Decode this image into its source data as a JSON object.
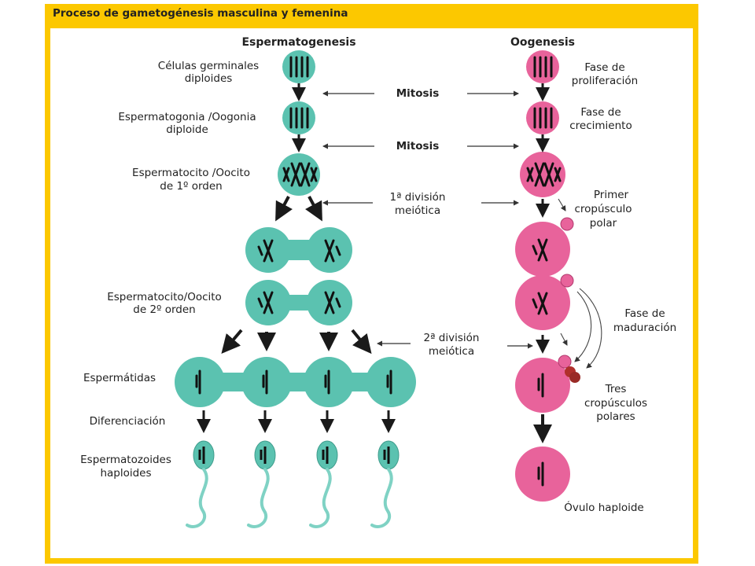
{
  "title": "Proceso de gametogénesis masculina y femenina",
  "spermatogenesis": {
    "header": "Espermatogenesis",
    "labels": {
      "germinal": [
        "Células germinales",
        "diploides"
      ],
      "spermatogonia": [
        "Espermatogonia /Oogonia",
        "diploide"
      ],
      "primary": [
        "Espermatocito /Oocito",
        "de 1º orden"
      ],
      "secondary": [
        "Espermatocito/Oocito",
        "de 2º orden"
      ],
      "spermatids": [
        "Espermátidas"
      ],
      "differentiation": [
        "Diferenciación"
      ],
      "spermatozoa": [
        "Espermatozoides",
        "haploides"
      ]
    }
  },
  "oogenesis": {
    "header": "Oogenesis",
    "labels": {
      "proliferation": [
        "Fase de",
        "proliferación"
      ],
      "growth": [
        "Fase de",
        "crecimiento"
      ],
      "first_polar": [
        "Primer",
        "cropúsculo",
        "polar"
      ],
      "maturation": [
        "Fase de",
        "maduración"
      ],
      "three_polar": [
        "Tres",
        "cropúsculos",
        "polares"
      ],
      "ovum": [
        "Óvulo haploide"
      ]
    }
  },
  "center": {
    "mitosis1": "Mitosis",
    "mitosis2": "Mitosis",
    "meiosis1": [
      "1ª división",
      "meiótica"
    ],
    "meiosis2": [
      "2ª división",
      "meiótica"
    ]
  },
  "colors": {
    "frame": "#fcc800",
    "male_cell": "#5bc2b0",
    "female_cell": "#e8639b",
    "chromosome": "#1a1a1a"
  }
}
